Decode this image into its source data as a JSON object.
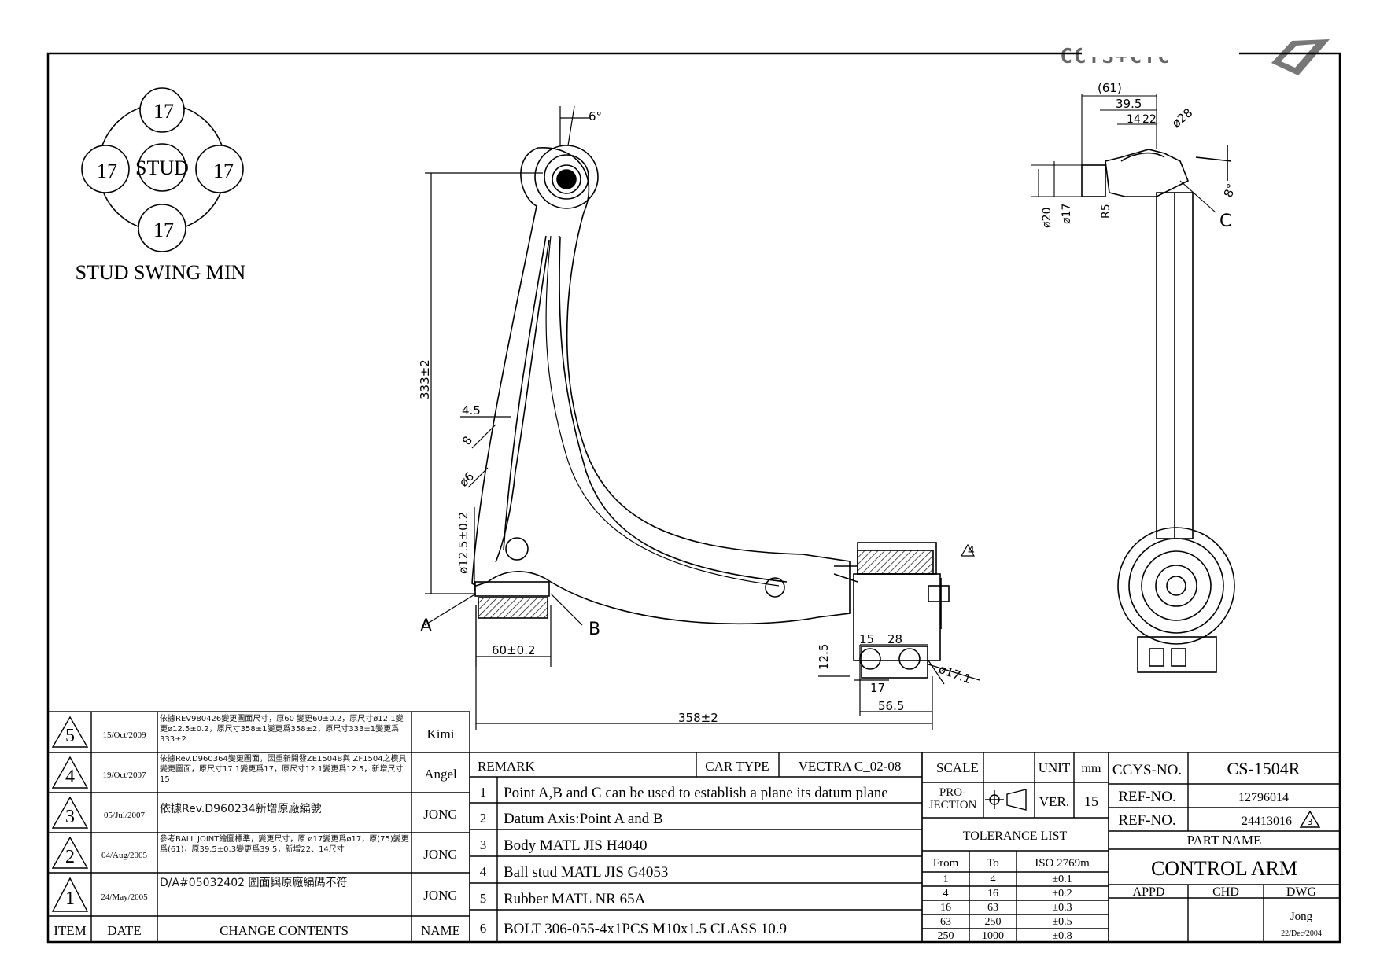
{
  "logo": {
    "text": "CCYS+CTC"
  },
  "stud_swing": {
    "center": "STUD",
    "top": "17",
    "left": "17",
    "right": "17",
    "bottom": "17",
    "caption": "STUD SWING MIN"
  },
  "dims": {
    "angle_top": "6°",
    "height": "333±2",
    "d1": "4.5",
    "d2": "8",
    "d3": "ø6",
    "d4": "ø12.5±0.2",
    "bush_width": "60±0.2",
    "label_a": "A",
    "label_b": "B",
    "rev4_mark": "4",
    "bolt_15": "15",
    "bolt_28": "28",
    "bolt_125": "12.5",
    "bolt_17": "17",
    "bolt_565": "56.5",
    "bolt_dia": "ø17.1",
    "length": "358±2",
    "side_61": "(61)",
    "side_395": "39.5",
    "side_14": "14",
    "side_22": "22",
    "side_28": "ø28",
    "side_8": "8°",
    "side_r5": "R5",
    "side_17": "ø17",
    "side_20": "ø20",
    "label_c": "C"
  },
  "revisions": [
    {
      "item": "5",
      "date": "15/Oct/2009",
      "content": "依據REV980426變更圖面尺寸，原60 變更60±0.2，原尺寸ø12.1變更ø12.5±0.2，原尺寸358±1變更爲358±2，原尺寸333±1變更爲333±2",
      "name": "Kimi"
    },
    {
      "item": "4",
      "date": "19/Oct/2007",
      "content": "依據Rev.D960364變更圖面，因重新開發ZE1504B與 ZF1504之模具變更圖面，原尺寸17.1變更爲17，原尺寸12.1變更爲12.5，新增尺寸15",
      "name": "Angel"
    },
    {
      "item": "3",
      "date": "05/Jul/2007",
      "content": "依據Rev.D960234新增原廠編號",
      "name": "JONG"
    },
    {
      "item": "2",
      "date": "04/Aug/2005",
      "content": "參考BALL JOINT繪圖標準，變更尺寸，原 ø17變更爲ø17，原(75)變更爲(61)，原39.5±0.3變更爲39.5，新增22、14尺寸",
      "name": "JONG"
    },
    {
      "item": "1",
      "date": "24/May/2005",
      "content": "D/A#05032402 圖面與原廠編碼不符",
      "name": "JONG"
    }
  ],
  "rev_header": {
    "item": "ITEM",
    "date": "DATE",
    "content": "CHANGE CONTENTS",
    "name": "NAME"
  },
  "remark": {
    "label": "REMARK",
    "car_type_label": "CAR TYPE",
    "car_type": "VECTRA C_02-08",
    "rows": [
      {
        "n": "1",
        "text": "Point A,B and C can be used to establish a plane its datum plane"
      },
      {
        "n": "2",
        "text": "Datum Axis:Point A and B"
      },
      {
        "n": "3",
        "text": "Body MATL JIS H4040"
      },
      {
        "n": "4",
        "text": "Ball stud MATL JIS G4053"
      },
      {
        "n": "5",
        "text": "Rubber MATL NR 65A"
      },
      {
        "n": "6",
        "text": "BOLT 306-055-4x1PCS M10x1.5 CLASS 10.9"
      }
    ]
  },
  "scale": {
    "label": "SCALE",
    "unit_label": "UNIT",
    "unit": "mm",
    "projection": "PRO- JECTION",
    "ver_label": "VER.",
    "ver": "15"
  },
  "tolerance": {
    "title": "TOLERANCE LIST",
    "header": [
      "From",
      "To",
      "ISO 2769m"
    ],
    "rows": [
      [
        "1",
        "4",
        "±0.1"
      ],
      [
        "4",
        "16",
        "±0.2"
      ],
      [
        "16",
        "63",
        "±0.3"
      ],
      [
        "63",
        "250",
        "±0.5"
      ],
      [
        "250",
        "1000",
        "±0.8"
      ]
    ]
  },
  "title_block": {
    "ccys_label": "CCYS-NO.",
    "ccys": "CS-1504R",
    "ref1_label": "REF-NO.",
    "ref1": "12796014",
    "ref2_label": "REF-NO.",
    "ref2": "24413016",
    "ref2_rev": "3",
    "part_name_label": "PART NAME",
    "part_name": "CONTROL ARM",
    "appd": "APPD",
    "chd": "CHD",
    "dwg": "DWG",
    "drawer": "Jong",
    "drawer_date": "22/Dec/2004"
  }
}
